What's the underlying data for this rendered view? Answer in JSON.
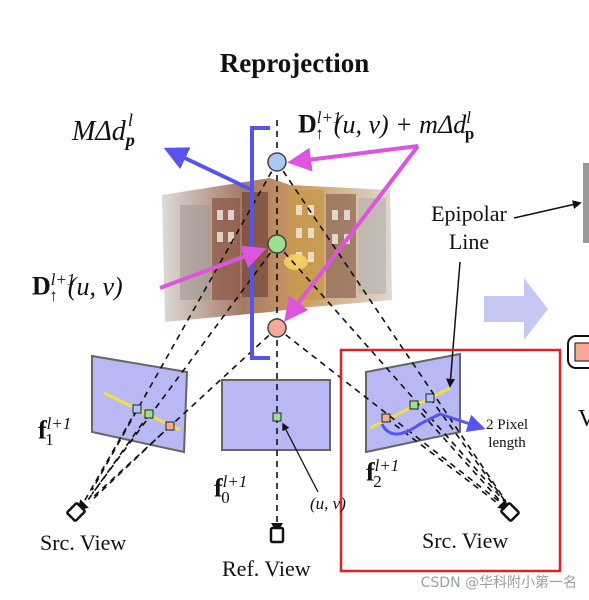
{
  "title": "Reprojection",
  "labels": {
    "top_left_math": "MΔd",
    "top_left_sub": "p",
    "top_left_sup": "l",
    "top_right_D": "D",
    "top_right_sup": "l+1",
    "top_right_sub": "↑",
    "top_right_rest": "(u, v) + mΔd",
    "top_right_sup2": "l",
    "top_right_sub2": "p",
    "left_D": "D",
    "left_sup": "l+1",
    "left_sub": "↑",
    "left_rest": "(u, v)",
    "epipolar_line1": "Epipolar",
    "epipolar_line2": "Line",
    "f1": "f",
    "f1_sub": "1",
    "f1_sup": "l+1",
    "f0": "f",
    "f0_sub": "0",
    "f0_sup": "l+1",
    "f2": "f",
    "f2_sub": "2",
    "f2_sup": "l+1",
    "uv": "(u, v)",
    "pixel_line1": "2 Pixel",
    "pixel_line2": "length",
    "src_left": "Src. View",
    "ref": "Ref. View",
    "src_right": "Src. View",
    "cut_right": "V"
  },
  "watermark": "CSDN @华科附小第一名",
  "colors": {
    "plane_fill": "#b8b8f5",
    "plane_stroke": "#666666",
    "arrow_blue": "#5555ee",
    "arrow_magenta": "#dd55dd",
    "point_blue": "#a9c8f5",
    "point_green": "#9be08f",
    "point_salmon": "#f5a898",
    "highlight_box": "#dd2222",
    "epipolar_yellow": "#f0e040"
  }
}
